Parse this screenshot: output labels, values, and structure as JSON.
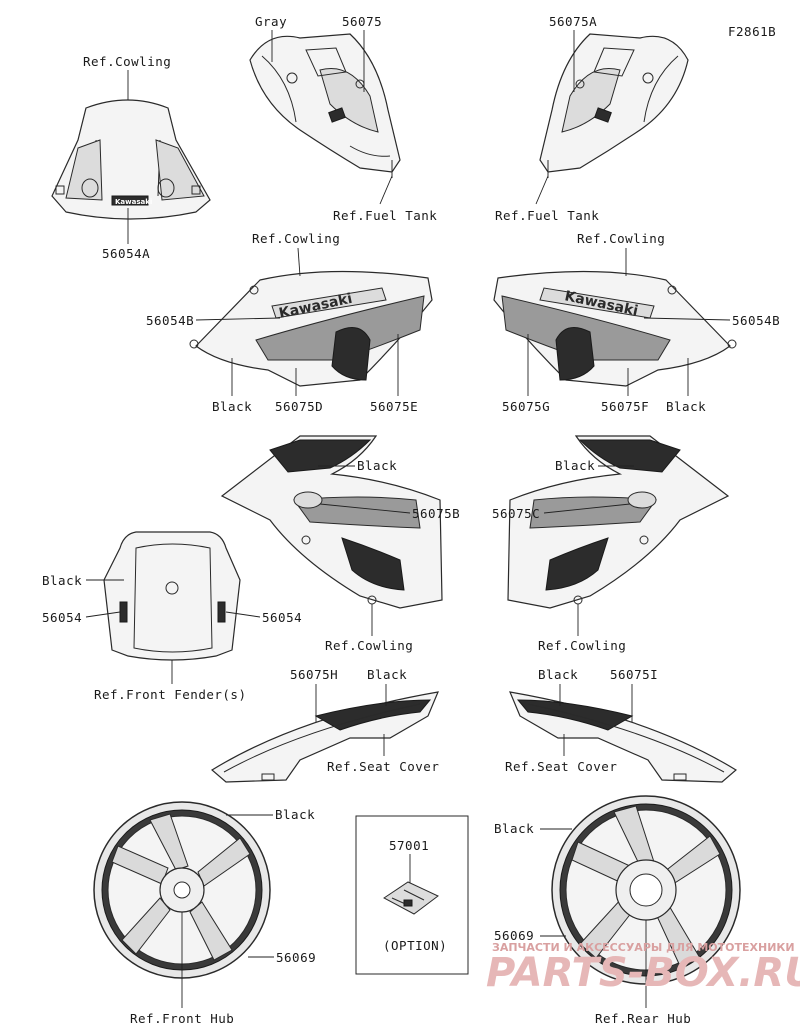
{
  "figure_code": "F2861B",
  "labels": {
    "gray": "Gray",
    "p56075": "56075",
    "p56075A": "56075A",
    "ref_cowling_top": "Ref.Cowling",
    "ref_fuel_tank_l": "Ref.Fuel Tank",
    "ref_fuel_tank_r": "Ref.Fuel Tank",
    "p56054A": "56054A",
    "ref_cowling_l2": "Ref.Cowling",
    "ref_cowling_r2": "Ref.Cowling",
    "p56054B_l": "56054B",
    "p56054B_r": "56054B",
    "black_l1": "Black",
    "p56075D": "56075D",
    "p56075E": "56075E",
    "p56075G": "56075G",
    "p56075F": "56075F",
    "black_r1": "Black",
    "black_l2": "Black",
    "black_r2": "Black",
    "p56075B": "56075B",
    "p56075C": "56075C",
    "black_fender": "Black",
    "p56054_l": "56054",
    "p56054_r": "56054",
    "ref_cowling_l3": "Ref.Cowling",
    "ref_cowling_r3": "Ref.Cowling",
    "ref_front_fender": "Ref.Front Fender(s)",
    "p56075H": "56075H",
    "black_seat_l": "Black",
    "black_seat_r": "Black",
    "p56075I": "56075I",
    "ref_seat_cover_l": "Ref.Seat Cover",
    "ref_seat_cover_r": "Ref.Seat Cover",
    "black_wheel_f": "Black",
    "black_wheel_r": "Black",
    "p57001": "57001",
    "option": "(OPTION)",
    "p56069_f": "56069",
    "p56069_r": "56069",
    "ref_front_hub": "Ref.Front Hub",
    "ref_rear_hub": "Ref.Rear Hub"
  },
  "decal_text": {
    "kawasaki_main_l": "Kawasaki",
    "kawasaki_main_r": "Kawasaki",
    "kawasaki_screen": "Kawasaki"
  },
  "watermark": {
    "line1": "ЗАПЧАСТИ И АКСЕССУАРЫ ДЛЯ МОТОТЕХНИКИ",
    "line2": "PARTS-BOX.RU"
  }
}
